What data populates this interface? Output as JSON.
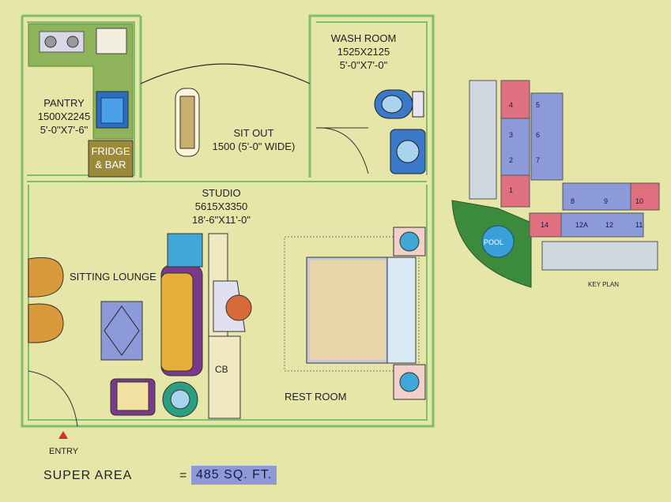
{
  "rooms": {
    "pantry": {
      "name": "PANTRY",
      "metric": "1500X2245",
      "imperial": "5'-0\"X7'-6\""
    },
    "fridge_bar": {
      "line1": "FRIDGE",
      "line2": "& BAR"
    },
    "washroom": {
      "name": "WASH ROOM",
      "metric": "1525X2125",
      "imperial": "5'-0\"X7'-0\""
    },
    "sitout": {
      "name": "SIT OUT",
      "size": "1500 (5'-0\" WIDE)"
    },
    "studio": {
      "name": "STUDIO",
      "metric": "5615X3350",
      "imperial": "18'-6\"X11'-0\""
    },
    "sitting_lounge": "SITTING LOUNGE",
    "rest_room": "REST ROOM",
    "cabinet": "CB",
    "entry": "ENTRY"
  },
  "summary": {
    "label": "SUPER AREA",
    "equals": "=",
    "value": "485 SQ. FT."
  },
  "key_plan": {
    "title": "KEY PLAN",
    "pool": "POOL",
    "units": [
      "1",
      "2",
      "3",
      "4",
      "5",
      "6",
      "7",
      "8",
      "9",
      "10",
      "11",
      "12",
      "12A",
      "14"
    ]
  },
  "colors": {
    "background": "#e6e6a8",
    "wall": "#7fbf6a",
    "pantry_counter": "#8fb35a",
    "unit_blue": "#8c9ad9",
    "unit_red": "#e07080",
    "pool": "#3aa0d8",
    "lawn": "#3c8a3c",
    "highlight": "#8e9ad8"
  }
}
